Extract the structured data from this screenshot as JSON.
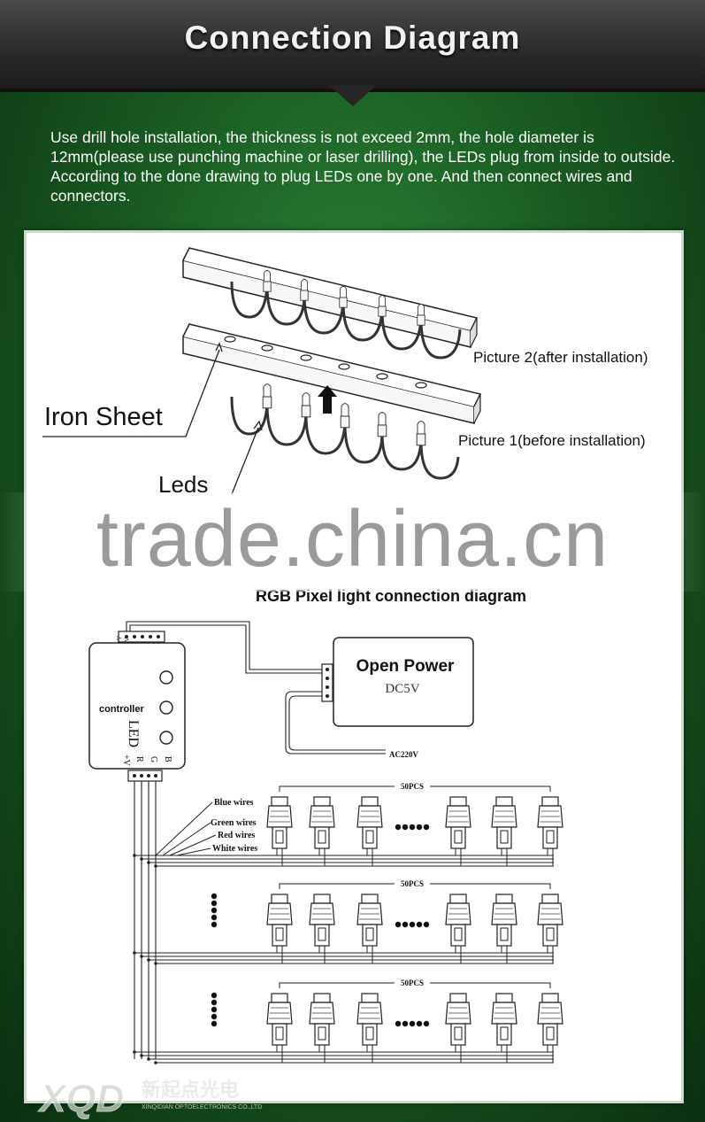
{
  "header": {
    "title": "Connection  Diagram"
  },
  "intro": "Use drill hole installation, the thickness is not exceed 2mm, the hole diameter is 12mm(please use punching machine or laser drilling), the LEDs plug from inside to outside. According to the done drawing to plug LEDs one by one. And then connect wires and connectors.",
  "install": {
    "iron_sheet": "Iron Sheet",
    "leds": "Leds",
    "picture2": "Picture 2(after installation)",
    "picture1": "Picture 1(before installation)"
  },
  "watermark": "trade.china.cn",
  "rgb": {
    "title": "RGB Pixel light connection diagram",
    "controller": "controller",
    "led": "LED",
    "pins_bottom": [
      "+V",
      "R",
      "G",
      "B"
    ],
    "pins_top": [
      "+V",
      "-V"
    ],
    "power_title": "Open Power",
    "power_voltage": "DC5V",
    "ac": "AC220V",
    "wires": [
      "Blue wires",
      "Green wires",
      "Red wires",
      "White wires"
    ],
    "count": "50PCS"
  },
  "logo": {
    "mark": "XQD",
    "cn": "新起点光电",
    "en": "XINQIDIAN OPTOELECTRONICS CO.,LTD"
  }
}
